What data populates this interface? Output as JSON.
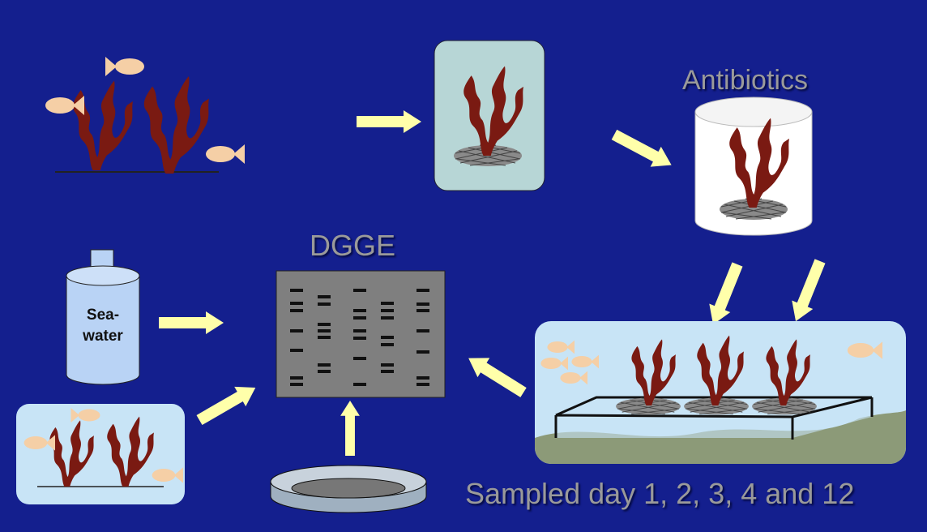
{
  "labels": {
    "antibiotics": "Antibiotics",
    "dgge": "DGGE",
    "sampled": "Sampled day 1, 2, 3, 4 and 12",
    "bottle_line1": "Sea-",
    "bottle_line2": "water"
  },
  "colors": {
    "background": "#141f8e",
    "arrow": "#ffffaa",
    "seaweed": "#7a1a12",
    "fish": "#f5cfa6",
    "gel": "#7f7f7f",
    "tank_water": "#c8e4f6",
    "seabed": "#8c9a78"
  }
}
